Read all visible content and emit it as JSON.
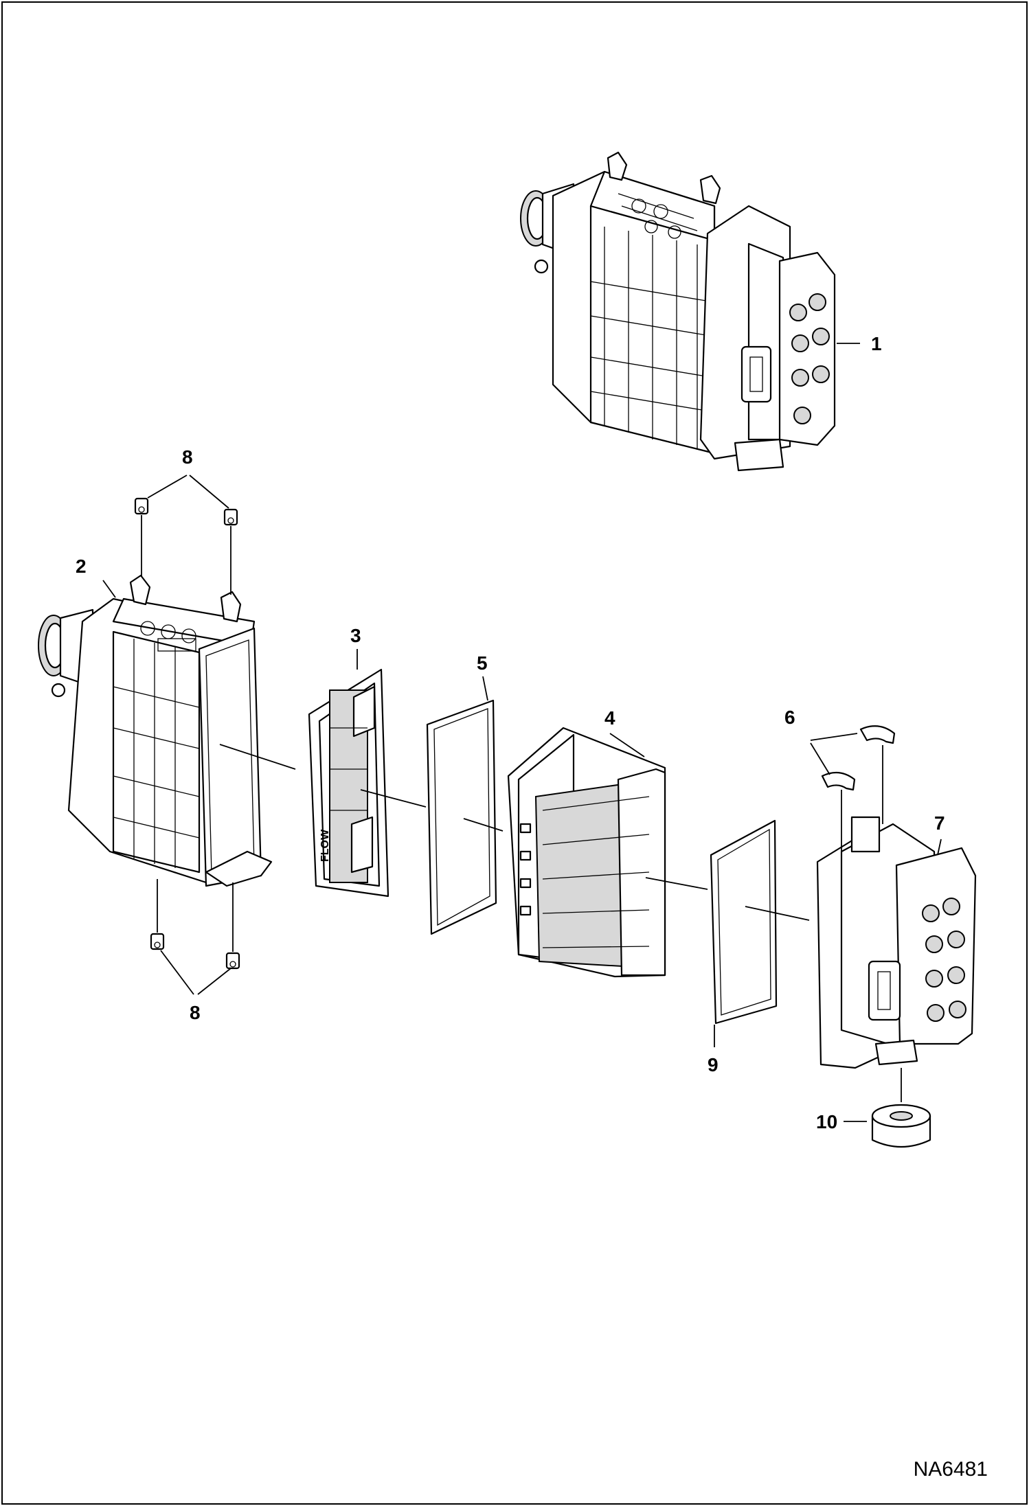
{
  "drawing_id": "NA6481",
  "callouts": [
    {
      "key": "c1",
      "text": "1"
    },
    {
      "key": "c2",
      "text": "2"
    },
    {
      "key": "c3",
      "text": "3"
    },
    {
      "key": "c4",
      "text": "4"
    },
    {
      "key": "c5",
      "text": "5"
    },
    {
      "key": "c6",
      "text": "6"
    },
    {
      "key": "c7",
      "text": "7"
    },
    {
      "key": "c8a",
      "text": "8"
    },
    {
      "key": "c8b",
      "text": "8"
    },
    {
      "key": "c9",
      "text": "9"
    },
    {
      "key": "c10",
      "text": "10"
    }
  ],
  "parts": {
    "filter_flow_text": "FLOW"
  }
}
